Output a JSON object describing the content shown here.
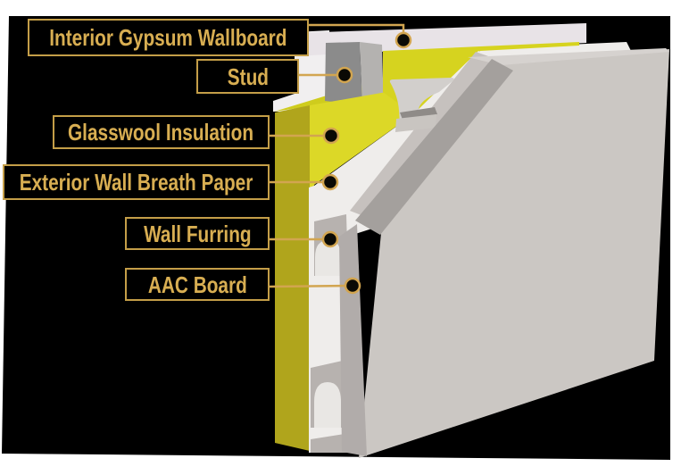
{
  "diagram": {
    "labels": [
      {
        "text": "Interior Gypsum Wallboard"
      },
      {
        "text": "Stud"
      },
      {
        "text": "Glasswool Insulation"
      },
      {
        "text": "Exterior Wall Breath Paper"
      },
      {
        "text": "Wall Furring"
      },
      {
        "text": "AAC Board"
      }
    ],
    "colors": {
      "backdrop": "#000000",
      "page_bg": "#ffffff",
      "gold": "#d2a550",
      "label_text": "#d8ae52",
      "label_border": "#c49e48",
      "dot_fill": "#0a0a05",
      "gypsum_top": "#e8e3e7",
      "gypsum_face": "#f1eff0",
      "stud_dark": "#8b8b8b",
      "stud_light": "#b4b2b0",
      "insulation_top": "#cfcc1d",
      "insulation_front": "#dcd827",
      "insulation_wedge": "#d6d31f",
      "insulation_side": "#b0a51c",
      "paper": "#efedeb",
      "furring_gray": "#b7b2af",
      "furring_diag": "#c6c1be",
      "notch_pale": "#e9e7e4",
      "bracket_light": "#d2cfcc",
      "bracket_dark": "#8f8b88",
      "bracket_mid": "#c9c5c1",
      "board_face": "#cbc7c3",
      "board_top": "#d6d2cf",
      "board_edge_diag": "#a4a09d",
      "board_edge_left": "#b1acaa"
    }
  }
}
